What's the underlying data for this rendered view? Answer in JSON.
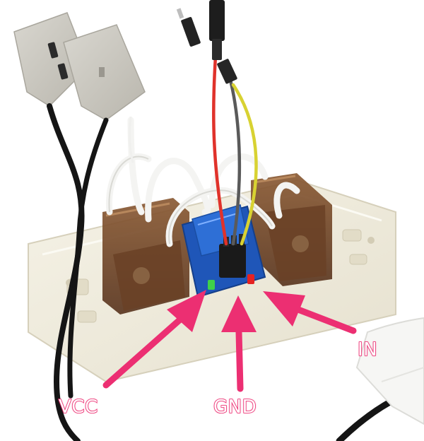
{
  "labels": {
    "vcc": "VCC",
    "gnd": "GND",
    "in": "IN"
  },
  "colors": {
    "annotation_pink": "#ec2f72",
    "wire_red": "#e0322b",
    "wire_yellow": "#d8d232",
    "wire_gray": "#5a5a5a",
    "relay_module_blue": "#1f56b8",
    "led_green": "#3fd14a",
    "led_red": "#e52222"
  }
}
